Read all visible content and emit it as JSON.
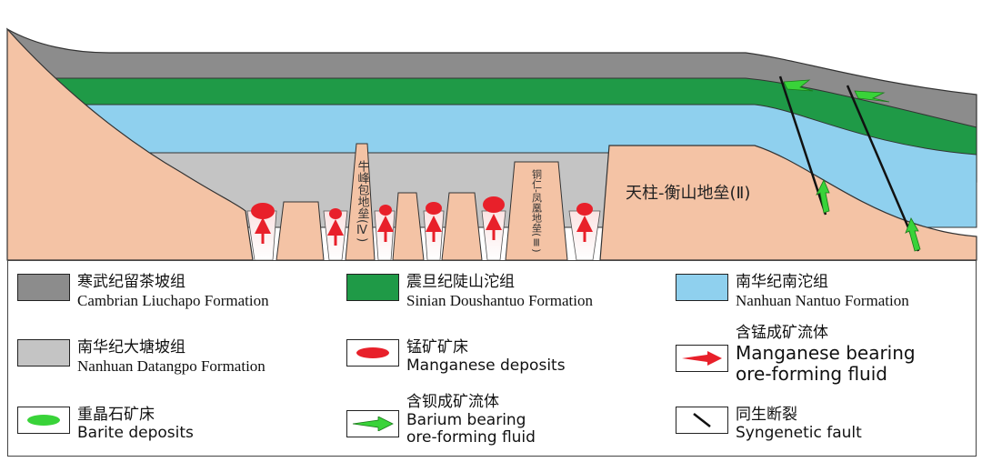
{
  "diagram": {
    "horst_tianzhu": "天柱-衡山地垒(Ⅱ)",
    "horst_niufengbao": "牛峰包地垒(Ⅳ)",
    "horst_tongren": "铜仁-凤凰地垒(Ⅲ)"
  },
  "legend": {
    "cambrian": {
      "zh": "寒武纪留茶坡组",
      "en": "Cambrian Liuchapo Formation",
      "color": "#8c8c8c"
    },
    "sinian": {
      "zh": "震旦纪陡山沱组",
      "en": "Sinian Doushantuo Formation",
      "color": "#1f9a47"
    },
    "nantuo": {
      "zh": "南华纪南沱组",
      "en": "Nanhuan Nantuo Formation",
      "color": "#8fd0ee"
    },
    "datangpo": {
      "zh": "南华纪大塘坡组",
      "en": "Nanhuan Datangpo Formation",
      "color": "#c4c4c4"
    },
    "mn_deposit": {
      "zh": "锰矿矿床",
      "en": "Manganese deposits",
      "color": "#e8202a"
    },
    "mn_fluid": {
      "zh": "含锰成矿流体",
      "en1": "Manganese bearing",
      "en2": "ore-forming fluid",
      "color": "#e8202a"
    },
    "barite": {
      "zh": "重晶石矿床",
      "en": "Barite deposits",
      "color": "#39d339"
    },
    "ba_fluid": {
      "zh": "含钡成矿流体",
      "en1": "Barium bearing",
      "en2": "ore-forming fluid",
      "color": "#39d339"
    },
    "fault": {
      "zh": "同生断裂",
      "en": "Syngenetic fault"
    }
  }
}
